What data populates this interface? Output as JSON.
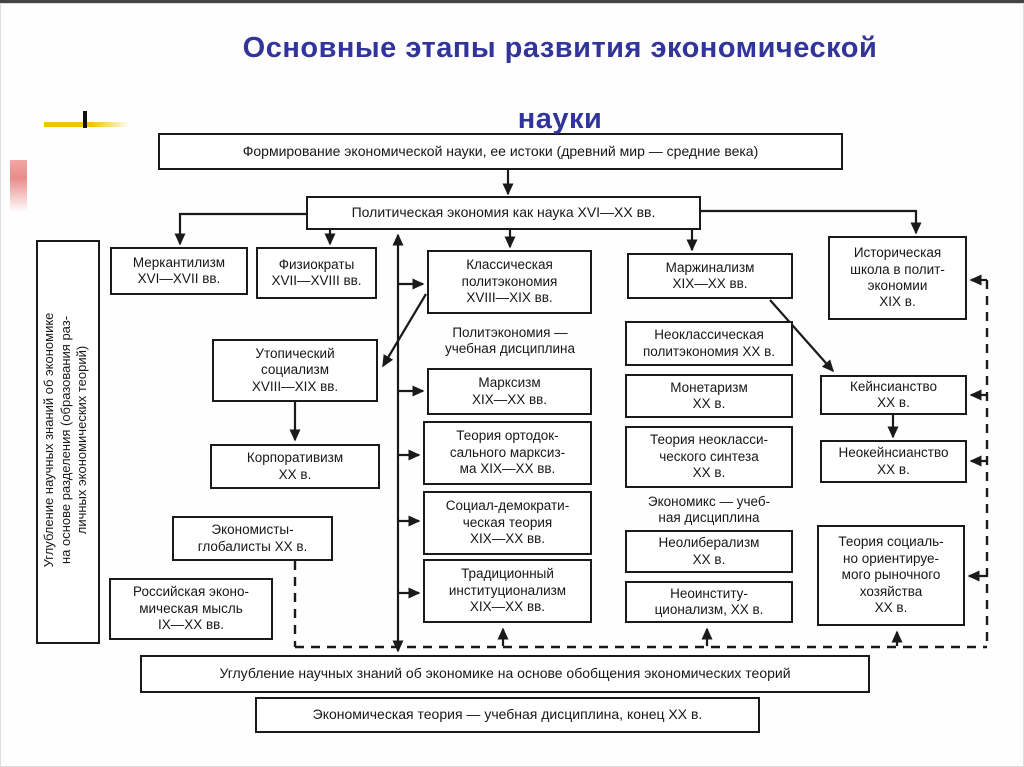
{
  "title": "Основные этапы развития экономической\nнауки",
  "colors": {
    "title": "#31359b",
    "diagram_lines": "#1a1a1a",
    "decor_yellow": "#f4c400",
    "decor_pink": "#e98c8b"
  },
  "nodes": {
    "formation": "Формирование экономической науки, ее истоки (древний мир — средние века)",
    "polit_economy": "Политическая экономия как наука XVI—XX вв.",
    "left_rotated": "Углубление научных знаний об экономике\nна основе разделения (образования раз-\nличных экономических теорий)",
    "mercantilism": "Меркантилизм\nXVI—XVII вв.",
    "physiocrats": "Физиократы\nXVII—XVIII вв.",
    "utopian_socialism": "Утопический\nсоциализм\nXVIII—XIX вв.",
    "corporatism": "Корпоративизм\nXX в.",
    "globalists": "Экономисты-\nглобалисты XX в.",
    "russian_thought": "Российская эконо-\nмическая мысль\nIX—XX вв.",
    "classical": "Классическая\nполитэкономия\nXVIII—XIX вв.",
    "politeconomy_discipline": "Политэкономия —\nучебная дисциплина",
    "marxism": "Марксизм\nXIX—XX вв.",
    "orthodox_marxism": "Теория ортодок-\nсального марксиз-\nма XIX—XX вв.",
    "social_democratic": "Социал-демократи-\nческая теория\nXIX—XX вв.",
    "traditional_institutionalism": "Традиционный\nинституционализм\nXIX—XX вв.",
    "marginalism": "Маржинализм\nXIX—XX вв.",
    "neoclassical": "Неоклассическая\nполитэкономия XX в.",
    "monetarism": "Монетаризм\nXX в.",
    "neoclassical_synthesis": "Теория неокласси-\nческого синтеза\nXX в.",
    "economics_discipline": "Экономикс — учеб-\nная дисциплина",
    "neoliberalism": "Неолиберализм\nXX в.",
    "neoinstitutionalism": "Неоинститу-\nционализм, XX в.",
    "historical_school": "Историческая\nшкола в полит-\nэкономии\nXIX в.",
    "keynesianism": "Кейнсианство\nXX в.",
    "neokeynesianism": "Неокейнсианство\nXX в.",
    "social_market": "Теория социаль-\nно ориентируе-\nмого рыночного\nхозяйства\nXX в.",
    "bottom_generalization": "Углубление научных знаний об экономике на основе обобщения экономических теорий",
    "bottom_discipline": "Экономическая теория — учебная дисциплина, конец XX в."
  }
}
